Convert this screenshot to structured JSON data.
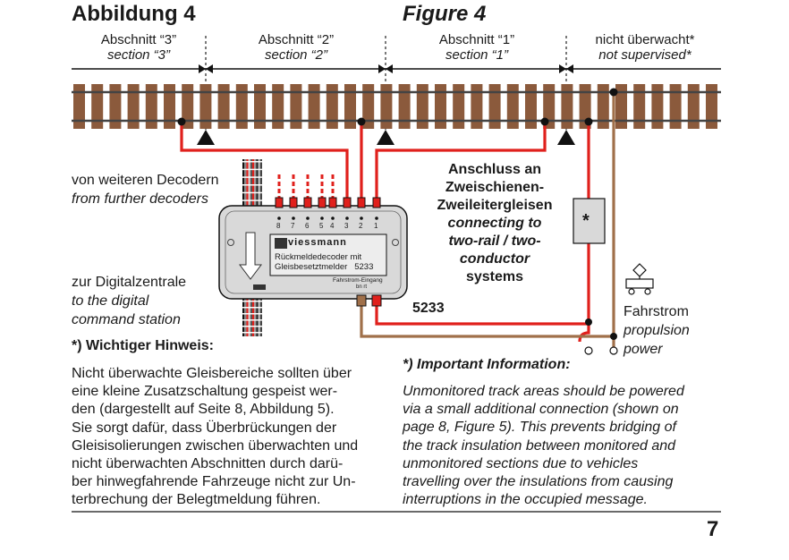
{
  "header": {
    "title_de": "Abbildung 4",
    "title_en": "Figure 4"
  },
  "sections": [
    {
      "de": "Abschnitt “3”",
      "en": "section “3”"
    },
    {
      "de": "Abschnitt “2”",
      "en": "section “2”"
    },
    {
      "de": "Abschnitt “1”",
      "en": "section “1”"
    },
    {
      "de": "nicht überwacht*",
      "en": "not supervised*"
    }
  ],
  "labels": {
    "further_de": "von weiteren Decodern",
    "further_en": "from further decoders",
    "central_de": "zur Digitalzentrale",
    "central_en1": "to the digital",
    "central_en2": "command station",
    "connect_de1": "Anschluss an",
    "connect_de2": "Zweischienen-",
    "connect_de3": "Zweileitergleisen",
    "connect_en1": "connecting to",
    "connect_en2": "two-rail / two-",
    "connect_en3": "conductor",
    "connect_en4": "systems",
    "model": "5233",
    "propulsion_de": "Fahrstrom",
    "propulsion_en1": "propulsion",
    "propulsion_en2": "power",
    "resistor": "*"
  },
  "decoder": {
    "brand": "viessmann",
    "name1": "Rückmeldedecoder mit",
    "name2": "Gleisbesetztmelder",
    "model": "5233",
    "port_numbers": [
      "8",
      "7",
      "6",
      "5",
      "4",
      "3",
      "2",
      "1"
    ],
    "power_label": "Fahrstrom-Eingang",
    "power_pins": "bn  rt"
  },
  "note_de": {
    "heading": "*) Wichtiger Hinweis:",
    "lines": [
      "Nicht überwachte Gleisbereiche sollten über",
      "eine kleine Zusatzschaltung gespeist wer-",
      "den (dargestellt auf Seite 8, Abbildung 5).",
      "Sie sorgt dafür, dass Überbrückungen der",
      "Gleisisolierungen zwischen überwachten und",
      "nicht überwachten Abschnitten durch darü-",
      "ber hinwegfahrende Fahrzeuge nicht zur Un-",
      "terbrechung der Belegtmeldung führen."
    ]
  },
  "note_en": {
    "heading": "*) Important Information:",
    "lines": [
      "Unmonitored track areas should be powered",
      "via a small additional connection (shown on",
      "page 8, Figure 5). This prevents bridging of",
      "the track insulation between monitored and",
      "unmonitored sections due to vehicles",
      "travelling over the insulations from causing",
      "interruptions in the occupied message."
    ]
  },
  "page_number": "7",
  "colors": {
    "sleeper": "#8b5a3c",
    "rail": "#444444",
    "red_wire": "#e0201c",
    "brown_wire": "#a0704a",
    "decoder_body": "#d9d9d9"
  }
}
